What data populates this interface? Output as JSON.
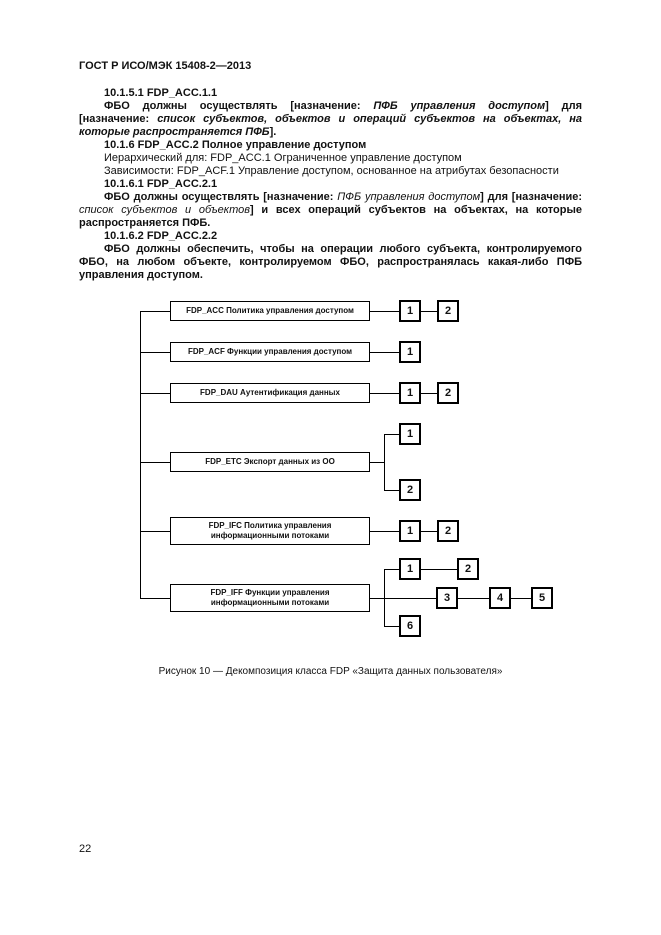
{
  "page": {
    "header": "ГОСТ Р ИСО/МЭК 15408-2—2013",
    "number": "22"
  },
  "content": {
    "h1": "10.1.5.1 FDP_ACC.1.1",
    "p1": {
      "r1": "ФБО должны осуществлять [назначение: ",
      "r2": "ПФБ управления доступом",
      "r3": "] для [назначение: ",
      "r4": "список субъектов, объектов и операций субъектов на объектах, на которые распространяется ПФБ",
      "r5": "]."
    },
    "h2": "10.1.6 FDP_ACC.2 Полное управление доступом",
    "p2": "Иерархический для: FDP_ACC.1 Ограниченное управление доступом",
    "p3": "Зависимости: FDP_ACF.1 Управление доступом, основанное на атрибутах безопасности",
    "h3": "10.1.6.1 FDP_ACC.2.1",
    "p4": {
      "r1": "ФБО должны осуществлять [назначение: ",
      "r2": "ПФБ управления доступом",
      "r3": "] для [назначение: ",
      "r4": "список субъектов и объектов",
      "r5": "] и всех операций субъектов на объектах, на которые распространяется ПФБ."
    },
    "h4": "10.1.6.2 FDP_ACC.2.2",
    "p5": "ФБО должны обеспечить, чтобы на операции любого субъекта, контролируемого ФБО, на любом объекте, контролируемом ФБО, распространялась какая-либо ПФБ управления доступом."
  },
  "diagram": {
    "caption": "Рисунок 10 — Декомпозиция класса FDP «Защита данных пользователя»",
    "rows": [
      {
        "label": "FDP_ACC Политика управления доступом",
        "nodes": [
          "1",
          "2"
        ]
      },
      {
        "label": "FDP_ACF Функции управления доступом",
        "nodes": [
          "1"
        ]
      },
      {
        "label": "FDP_DAU Аутентификация данных",
        "nodes": [
          "1",
          "2"
        ]
      },
      {
        "label": "FDP_ETC Экспорт данных из ОО",
        "nodes": [
          "1",
          "2"
        ]
      },
      {
        "label": "FDP_IFC Политика управления информационными потоками",
        "nodes": [
          "1",
          "2"
        ]
      },
      {
        "label": "FDP_IFF Функции управления информационными потоками",
        "nodes": [
          "1",
          "2",
          "3",
          "4",
          "5",
          "6"
        ]
      }
    ]
  }
}
